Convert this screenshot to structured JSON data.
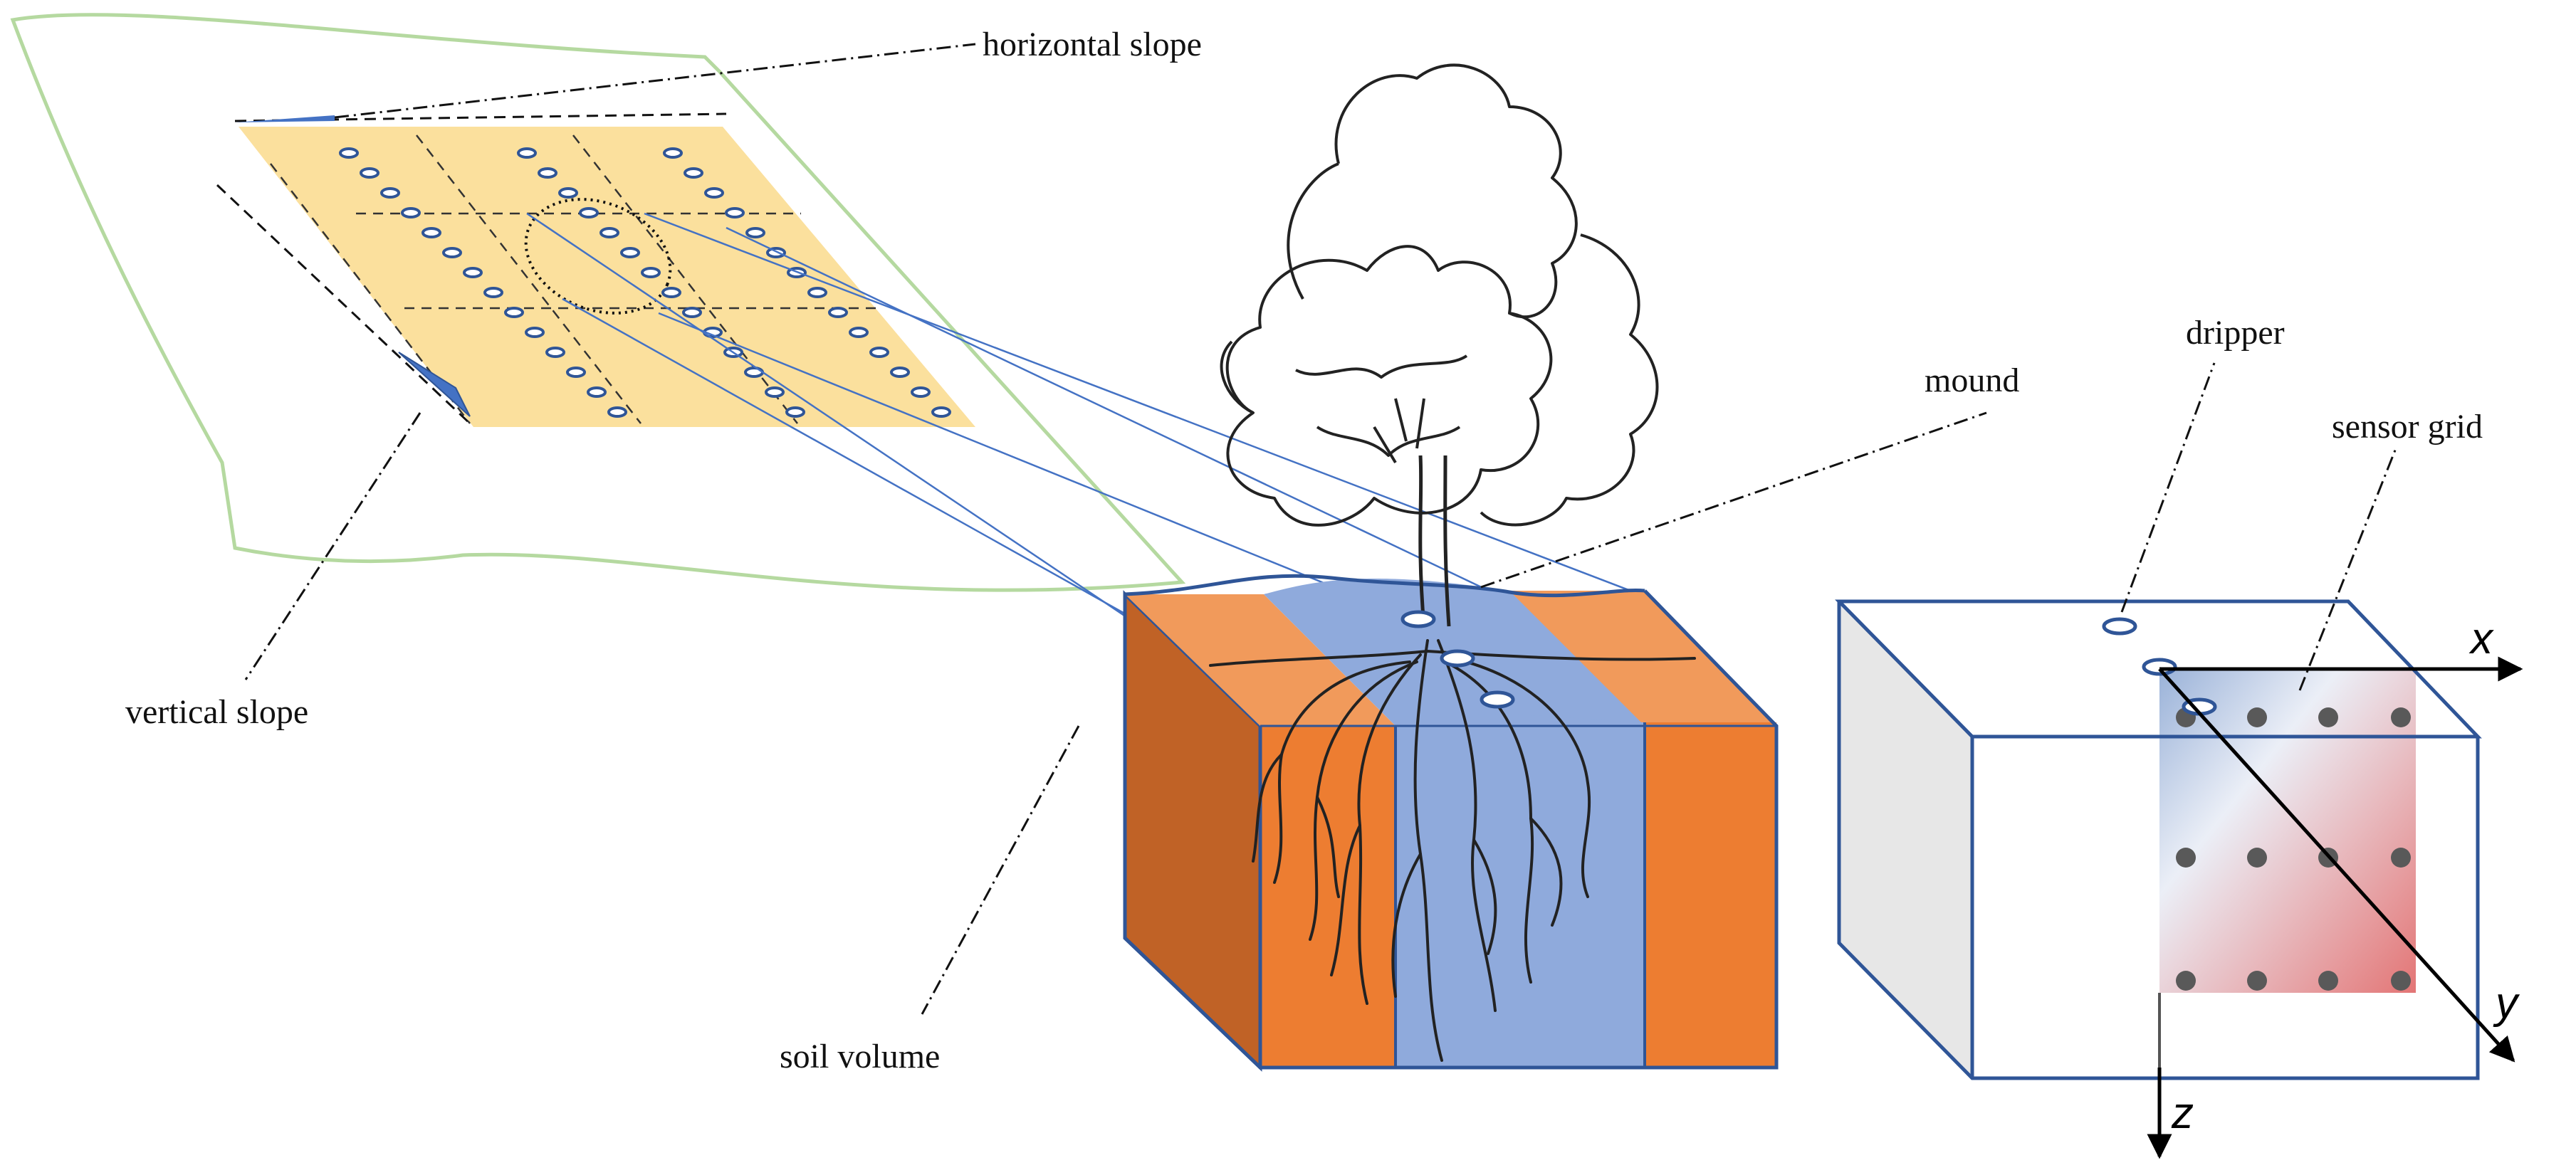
{
  "labels": {
    "horizontal_slope": "horizontal slope",
    "vertical_slope": "vertical slope",
    "soil_volume": "soil volume",
    "mound": "mound",
    "dripper": "dripper",
    "sensor_grid": "sensor grid"
  },
  "axes": {
    "x": "x",
    "y": "y",
    "z": "z"
  },
  "colors": {
    "field_plot": "#fbe09d",
    "terrain_outline": "#b5d9a0",
    "dripper_outline": "#2f5597",
    "slope_marker": "#4472c4",
    "projection_line": "#4472c4",
    "soil_side": "#ed7d31",
    "soil_side_dark": "#c06226",
    "soil_top_side": "#f19a5b",
    "wet_strip": "#8faadc",
    "box_outline": "#2f5597",
    "box_side_face": "#e7e7e7",
    "sensor_dot": "#595959",
    "grid_gradient_blue": "#8ea9d4",
    "grid_gradient_red": "#e06666"
  },
  "icons": [
    "dripper-icon",
    "tree-icon",
    "root-system-icon",
    "sensor-dot-icon",
    "arrow-icon"
  ]
}
